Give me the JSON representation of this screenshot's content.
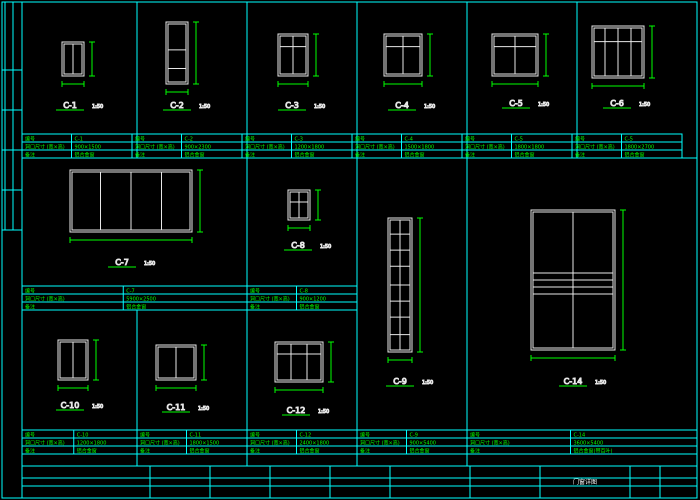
{
  "colors": {
    "background": "#000000",
    "border": "#00ffff",
    "window": "#e8e8e8",
    "dimension": "#00ff00",
    "label": "#00ff00",
    "text": "#ffffff"
  },
  "scale_label": "1:50",
  "windows": [
    {
      "id": "C-1",
      "label": "C-1",
      "table_id": "C-1",
      "size": "900×1500",
      "note": "铝合金窗"
    },
    {
      "id": "C-2",
      "label": "C-2",
      "table_id": "C-2",
      "size": "900×2300",
      "note": "铝合金窗"
    },
    {
      "id": "C-3",
      "label": "C-3",
      "table_id": "C-3",
      "size": "1200×1800",
      "note": "铝合金窗"
    },
    {
      "id": "C-4",
      "label": "C-4",
      "table_id": "C-4",
      "size": "1500×1800",
      "note": "铝合金窗"
    },
    {
      "id": "C-5",
      "label": "C-5",
      "table_id": "C-5",
      "size": "1800×1800",
      "note": "铝合金窗"
    },
    {
      "id": "C-6",
      "label": "C-6",
      "table_id": "C-5",
      "size": "1800×2700",
      "note": "铝合金窗"
    },
    {
      "id": "C-7",
      "label": "C-7",
      "table_id": "C-7",
      "size": "5900×2500",
      "note": "铝合金窗"
    },
    {
      "id": "C-8",
      "label": "C-8",
      "table_id": "C-8",
      "size": "900×1200",
      "note": "铝合金窗"
    },
    {
      "id": "C-9",
      "label": "C-9",
      "table_id": "C-9",
      "size": "900×5400",
      "note": "铝合金窗"
    },
    {
      "id": "C-10",
      "label": "C-10",
      "table_id": "C-10",
      "size": "1200×1800",
      "note": "铝合金窗"
    },
    {
      "id": "C-11",
      "label": "C-11",
      "table_id": "C-11",
      "size": "1800×1500",
      "note": "铝合金窗"
    },
    {
      "id": "C-12",
      "label": "C-12",
      "table_id": "C-12",
      "size": "2400×1800",
      "note": "铝合金窗"
    },
    {
      "id": "C-14",
      "label": "C-14",
      "table_id": "C-14",
      "size": "3600×5400",
      "note": "铝合金窗(带百叶)"
    }
  ],
  "table_headers": {
    "id": "编号",
    "size": "洞口尺寸 (宽×高)",
    "note": "备注"
  },
  "title_block": {
    "drawing_title": "门窗详图"
  }
}
